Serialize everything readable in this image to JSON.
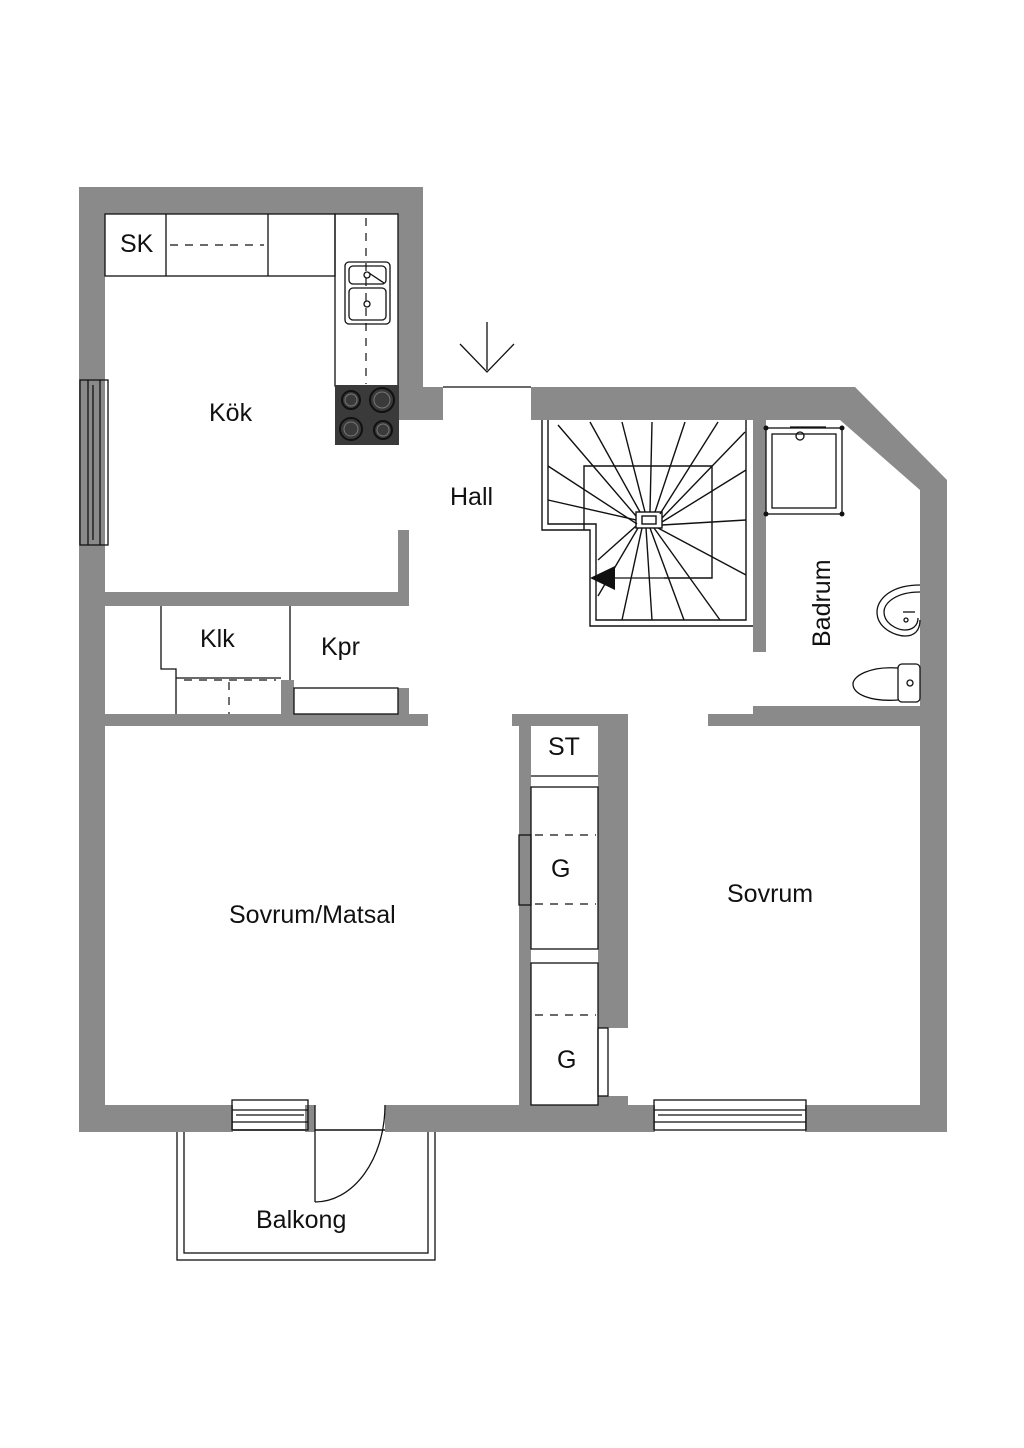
{
  "rooms": {
    "sk": "SK",
    "kok": "Kök",
    "hall": "Hall",
    "klk": "Klk",
    "kpr": "Kpr",
    "badrum": "Badrum",
    "st": "ST",
    "g1": "G",
    "g2": "G",
    "sovrum_matsal": "Sovrum/Matsal",
    "sovrum": "Sovrum",
    "balkong": "Balkong"
  },
  "colors": {
    "wall": "#8a8a8a",
    "stove": "#3a3a3a",
    "line": "#111111"
  },
  "icons": {
    "entrance": "entrance-arrow-icon",
    "stair_direction": "stair-direction-arrow-icon",
    "sink": "kitchen-sink-icon",
    "stove": "stove-icon",
    "shower": "shower-icon",
    "washbasin": "washbasin-icon",
    "toilet": "toilet-icon"
  }
}
